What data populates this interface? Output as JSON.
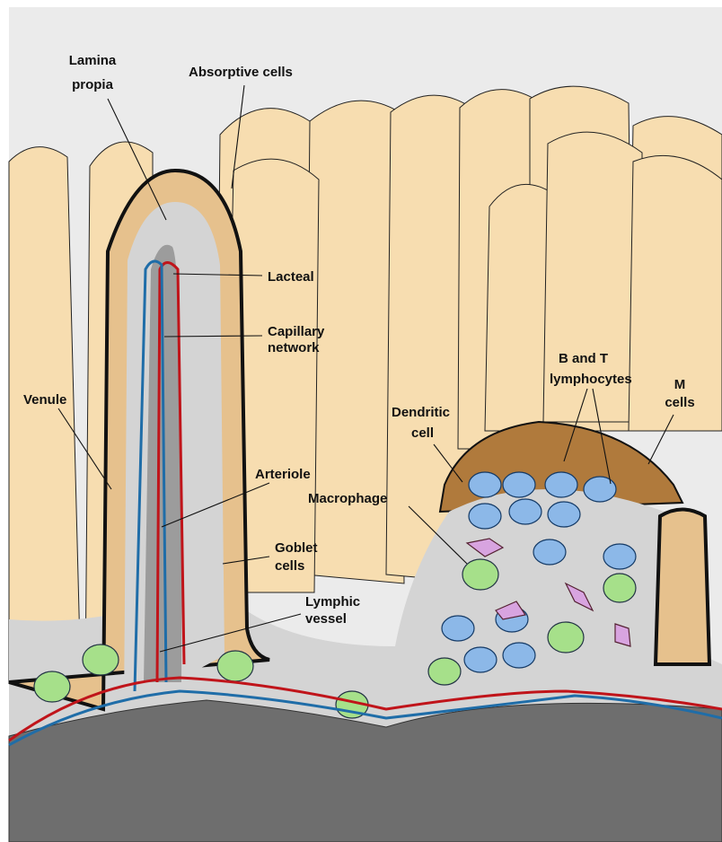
{
  "diagram": {
    "colors": {
      "background": "#ffffff",
      "villus_body": "#f7ddb0",
      "epithelium": "#e6c18d",
      "lamina_propia": "#d4d4d4",
      "lacteal": "#9c9c9c",
      "arteriole": "#c0141a",
      "venule": "#1f6da8",
      "follicle_dome": "#b07a3c",
      "lymphocyte": "#8cb8e8",
      "macrophage": "#a6e08a",
      "dendritic": "#d8a4e0",
      "submucosa": "#6e6e6e"
    },
    "labels": {
      "lamina_propia": [
        "Lamina",
        "propia"
      ],
      "absorptive_cells": "Absorptive cells",
      "lacteal": "Lacteal",
      "capillary_network": [
        "Capillary",
        "network"
      ],
      "venule": "Venule",
      "arteriole": "Arteriole",
      "goblet_cells": [
        "Goblet",
        "cells"
      ],
      "lymphic_vessel": [
        "Lymphic",
        "vessel"
      ],
      "dendritic_cell": [
        "Dendritic",
        "cell"
      ],
      "b_t_lymphocytes": [
        "B and T",
        "lymphocytes"
      ],
      "m_cells": [
        "M",
        "cells"
      ],
      "macrophage": "Macrophage"
    }
  }
}
